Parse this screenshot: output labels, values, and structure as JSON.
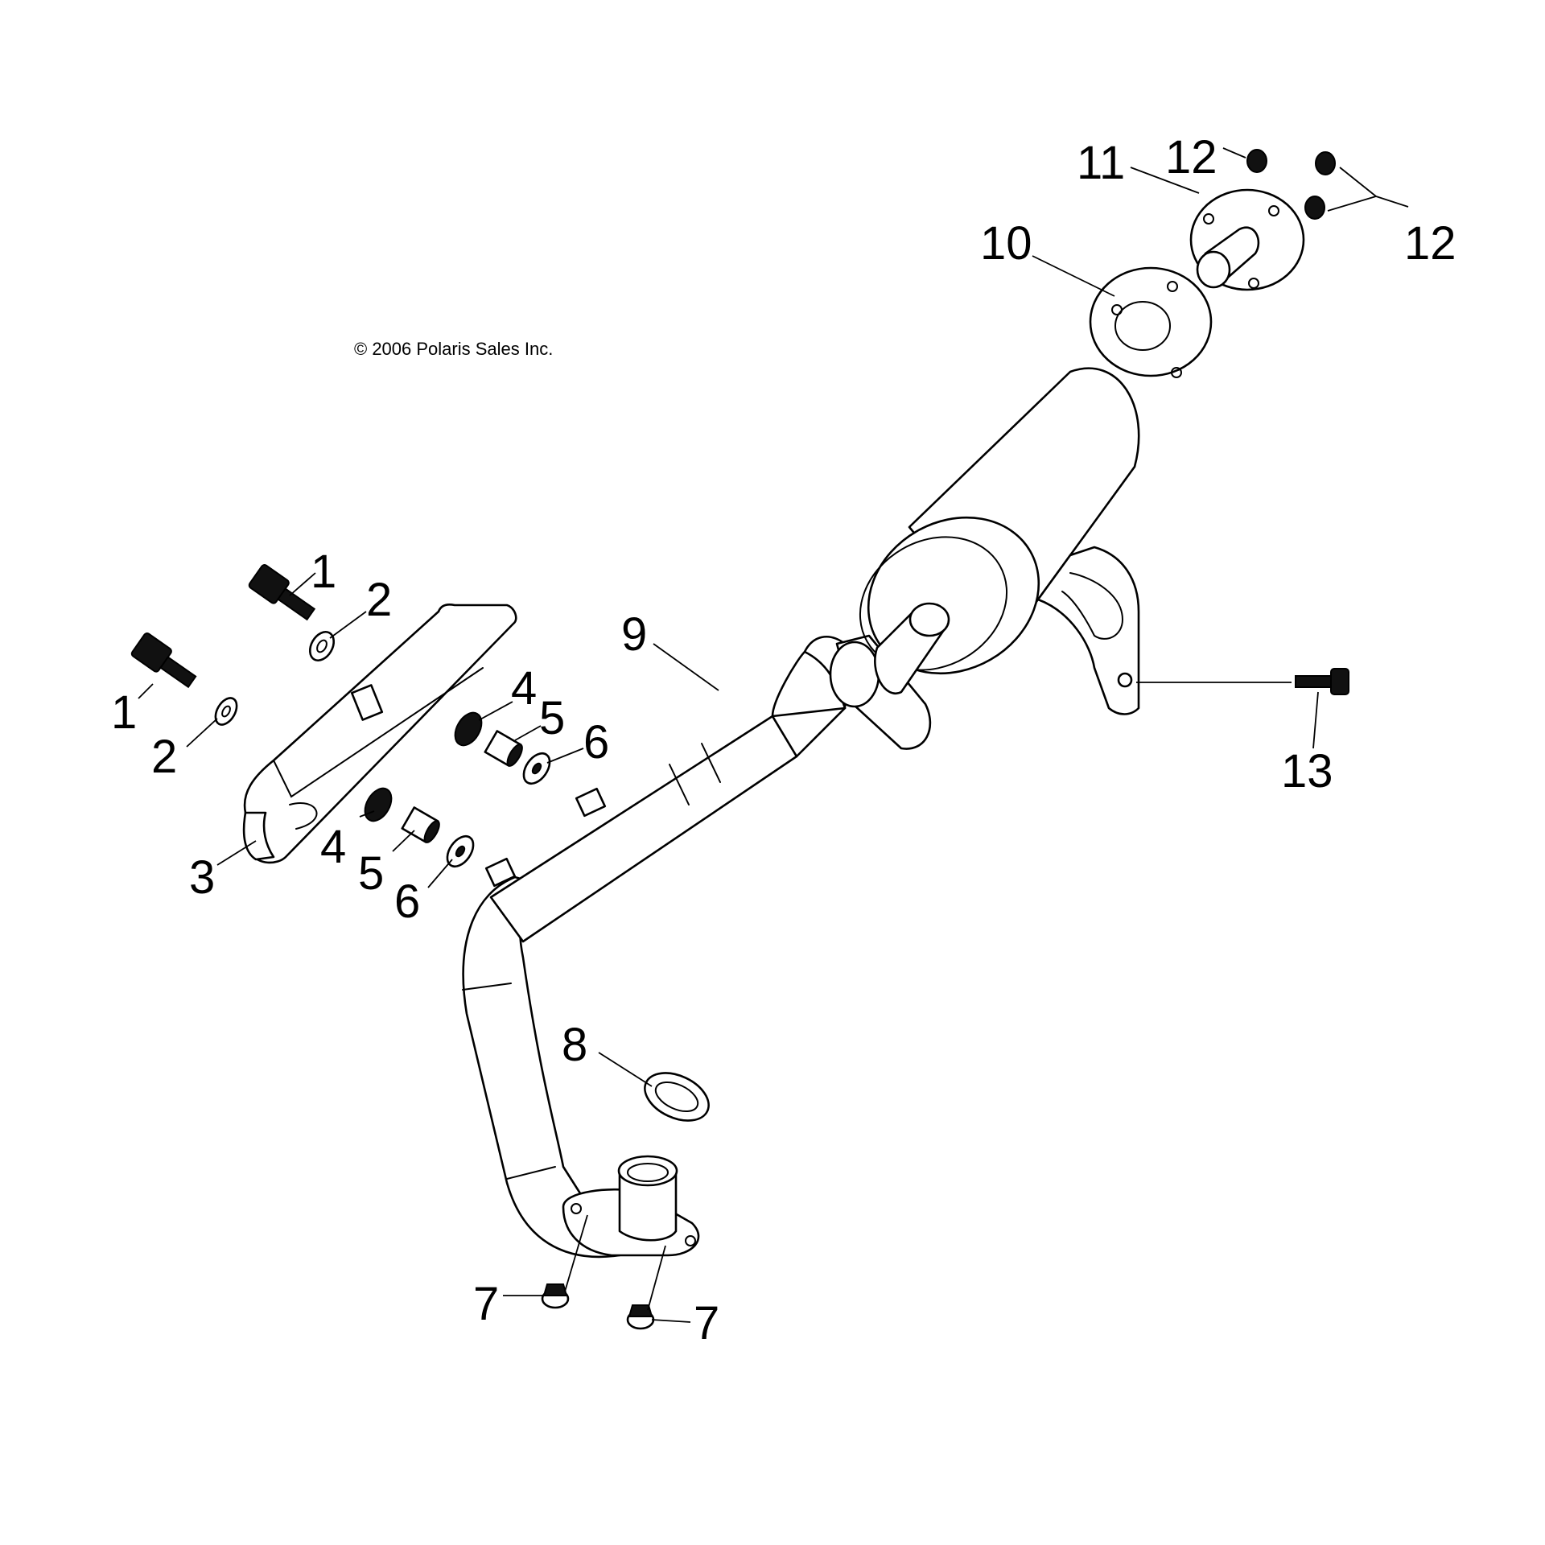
{
  "copyright": "© 2006 Polaris Sales Inc.",
  "callouts": {
    "c1a": "1",
    "c1b": "1",
    "c2a": "2",
    "c2b": "2",
    "c3": "3",
    "c4a": "4",
    "c4b": "4",
    "c5a": "5",
    "c5b": "5",
    "c6a": "6",
    "c6b": "6",
    "c7a": "7",
    "c7b": "7",
    "c8": "8",
    "c9": "9",
    "c10": "10",
    "c11": "11",
    "c12a": "12",
    "c12b": "12",
    "c13": "13"
  }
}
